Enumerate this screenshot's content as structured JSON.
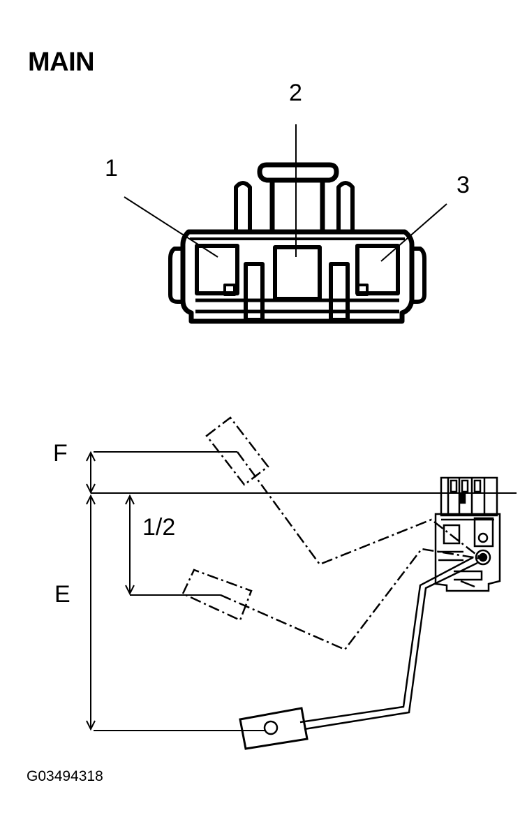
{
  "connector": {
    "title": "MAIN",
    "terminals": [
      "1",
      "2",
      "3"
    ]
  },
  "fuel_sender": {
    "levels": {
      "full": "F",
      "half": "1/2",
      "empty": "E"
    }
  },
  "figure_id": "G03494318",
  "colors": {
    "ink": "#000000",
    "paper": "#ffffff"
  }
}
